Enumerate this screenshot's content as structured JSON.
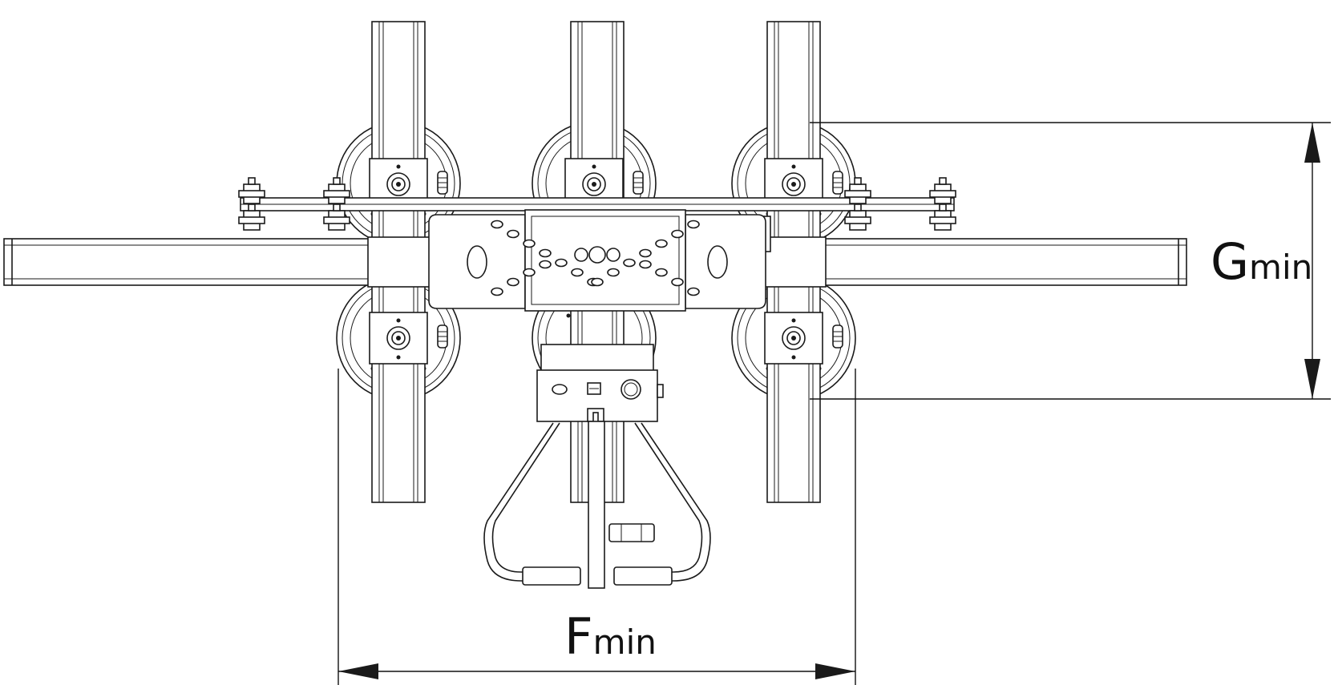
{
  "dimensions": {
    "width_min": {
      "symbol": "F",
      "subscript": "min"
    },
    "height_min": {
      "symbol": "G",
      "subscript": "min"
    }
  },
  "colors": {
    "line": "#1a1a1a",
    "background": "#ffffff"
  }
}
